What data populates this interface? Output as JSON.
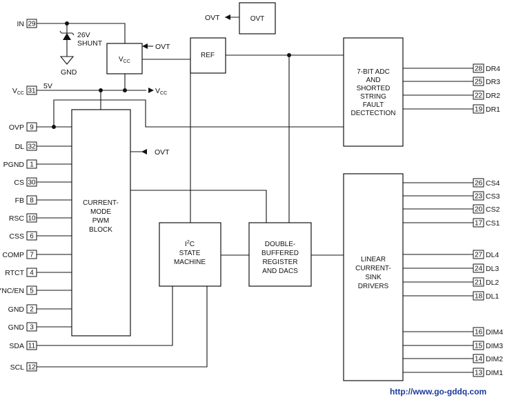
{
  "blocks": {
    "ovt_top": [
      "OVT"
    ],
    "vcc": [
      "V",
      "CC"
    ],
    "ref": [
      "REF"
    ],
    "adc": [
      "7-BIT ADC",
      "AND",
      "SHORTED",
      "STRING",
      "FAULT",
      "DECTECTION"
    ],
    "pwm": [
      "CURRENT-",
      "MODE",
      "PWM",
      "BLOCK"
    ],
    "i2c": [
      "I",
      "2",
      "C",
      "STATE",
      "MACHINE"
    ],
    "dacs": [
      "DOUBLE-",
      "BUFFERED",
      "REGISTER",
      "AND DACS"
    ],
    "linear": [
      "LINEAR",
      "CURRENT-",
      "SINK",
      "DRIVERS"
    ]
  },
  "free_labels": {
    "ovt_top_arrow": "OVT",
    "shunt_volts": "26V",
    "shunt_text": "SHUNT",
    "gnd": "GND",
    "ovt_vcc_arrow": "OVT",
    "five_v": "5V",
    "vcc_out_main": "V",
    "vcc_out_sub": "CC",
    "ovt_pwm_arrow": "OVT"
  },
  "left_pins": [
    {
      "label": "IN",
      "num": "29"
    },
    {
      "label_main": "V",
      "label_sub": "CC",
      "num": "31"
    },
    {
      "label": "OVP",
      "num": "9"
    },
    {
      "label": "DL",
      "num": "32"
    },
    {
      "label": "PGND",
      "num": "1"
    },
    {
      "label": "CS",
      "num": "30"
    },
    {
      "label": "FB",
      "num": "8"
    },
    {
      "label": "RSC",
      "num": "10"
    },
    {
      "label": "CSS",
      "num": "6"
    },
    {
      "label": "COMP",
      "num": "7"
    },
    {
      "label": "RTCT",
      "num": "4"
    },
    {
      "label": "SYNC/EN",
      "num": "5"
    },
    {
      "label": "GND",
      "num": "2"
    },
    {
      "label": "GND",
      "num": "3"
    },
    {
      "label": "SDA",
      "num": "11"
    },
    {
      "label": "SCL",
      "num": "12"
    }
  ],
  "right_pins": [
    {
      "label": "DR4",
      "num": "28"
    },
    {
      "label": "DR3",
      "num": "25"
    },
    {
      "label": "DR2",
      "num": "22"
    },
    {
      "label": "DR1",
      "num": "19"
    },
    {
      "label": "CS4",
      "num": "26"
    },
    {
      "label": "CS3",
      "num": "23"
    },
    {
      "label": "CS2",
      "num": "20"
    },
    {
      "label": "CS1",
      "num": "17"
    },
    {
      "label": "DL4",
      "num": "27"
    },
    {
      "label": "DL3",
      "num": "24"
    },
    {
      "label": "DL2",
      "num": "21"
    },
    {
      "label": "DL1",
      "num": "18"
    },
    {
      "label": "DIM4",
      "num": "16"
    },
    {
      "label": "DIM3",
      "num": "15"
    },
    {
      "label": "DIM2",
      "num": "14"
    },
    {
      "label": "DIM1",
      "num": "13"
    }
  ],
  "watermark": "http://www.go-gddq.com"
}
